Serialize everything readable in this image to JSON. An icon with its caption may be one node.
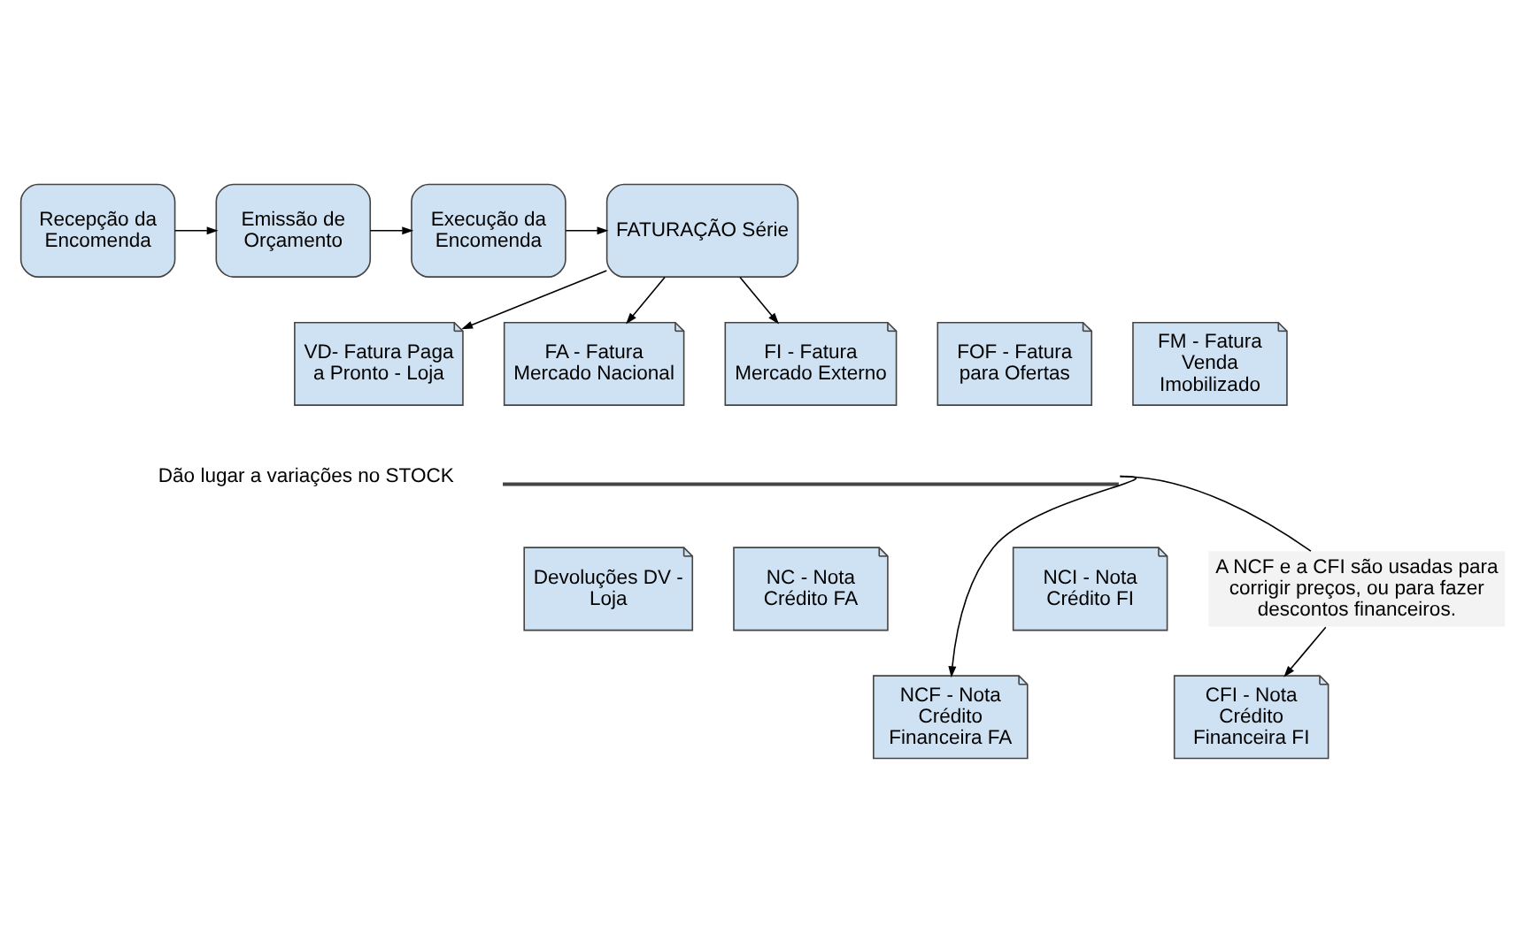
{
  "diagram": {
    "nodes": [
      {
        "text": [
          "Recepção da Encomenda"
        ]
      },
      {
        "text": [
          "Emissão de Orçamento"
        ]
      },
      {
        "text": [
          "Execução da Encomenda"
        ]
      },
      {
        "text": [
          "FATURAÇÃO Série"
        ]
      },
      {
        "text": [
          "VD- Fatura Paga a Pronto - Loja"
        ]
      },
      {
        "text": [
          "FA - Fatura Mercado Nacional"
        ]
      },
      {
        "text": [
          "FI - Fatura Mercado Externo"
        ]
      },
      {
        "text": [
          "FOF - Fatura para Ofertas"
        ]
      },
      {
        "text": [
          "FM - Fatura Venda Imobilizado"
        ]
      },
      {
        "text": [],
        "shape": "bracket"
      },
      {
        "text": [
          "Devoluções DV - Loja"
        ]
      },
      {
        "text": [
          "NC - Nota Crédito FA"
        ]
      },
      {
        "text": [
          "NCI - Nota Crédito FI"
        ]
      },
      {
        "text": [
          "A NCF e a CFI são usadas para corrigir preços, ou para fazer descontos financeiros."
        ]
      },
      {
        "text": [
          "NCF - Nota Crédito Financeira FA"
        ]
      },
      {
        "text": [
          "CFI - Nota Crédito Financeira FI"
        ]
      }
    ],
    "edges": [
      {
        "from": 0,
        "to": 1,
        "arrow": "to"
      },
      {
        "from": 1,
        "to": 2,
        "arrow": "to"
      },
      {
        "from": 2,
        "to": 3,
        "arrow": "to"
      },
      {
        "from": 3,
        "to": 4,
        "arrow": "to"
      },
      {
        "from": 3,
        "to": 5,
        "arrow": "to"
      },
      {
        "from": 3,
        "to": 6,
        "arrow": "to"
      },
      {
        "from": 9,
        "to": 14,
        "arrow": "to"
      },
      {
        "from": 9,
        "to": 13,
        "arrow": "none"
      },
      {
        "from": 13,
        "to": 15,
        "arrow": "to"
      }
    ],
    "labels": [
      "Dão lugar a variações no STOCK"
    ]
  }
}
